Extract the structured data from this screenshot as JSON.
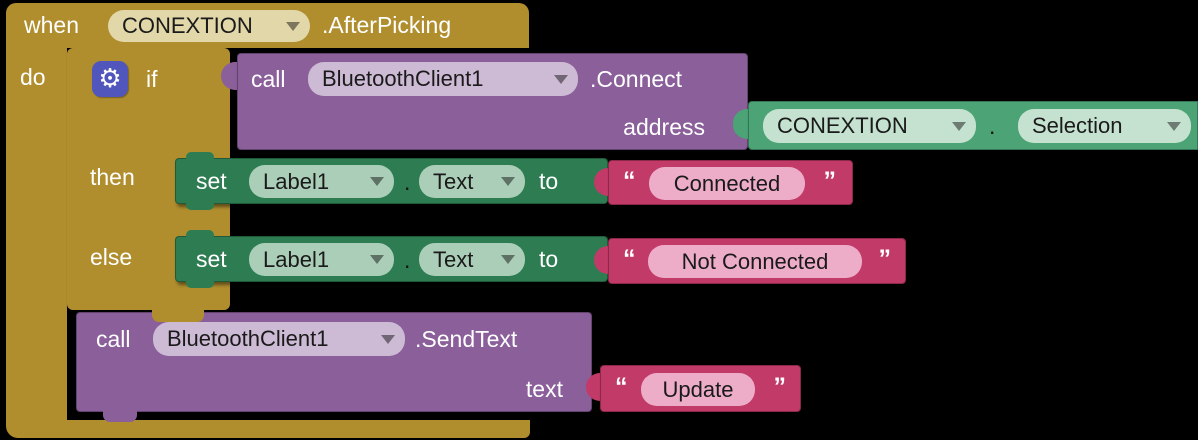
{
  "when": {
    "keyword": "when",
    "component": "CONEXTION",
    "event": ".AfterPicking",
    "do": "do"
  },
  "if_block": {
    "if": "if",
    "then": "then",
    "else": "else"
  },
  "connect": {
    "call": "call",
    "component": "BluetoothClient1",
    "method": ".Connect",
    "param": "address"
  },
  "selection": {
    "component": "CONEXTION",
    "dot": ".",
    "property": "Selection"
  },
  "set_then": {
    "set": "set",
    "component": "Label1",
    "dot": ".",
    "property": "Text",
    "to": "to"
  },
  "set_else": {
    "set": "set",
    "component": "Label1",
    "dot": ".",
    "property": "Text",
    "to": "to"
  },
  "str_connected": {
    "open": "“",
    "text": "Connected",
    "close": "”"
  },
  "str_not_connected": {
    "open": "“",
    "text": "Not Connected",
    "close": "”"
  },
  "sendtext": {
    "call": "call",
    "component": "BluetoothClient1",
    "method": ".SendText",
    "param": "text"
  },
  "str_update": {
    "open": "“",
    "text": "Update",
    "close": "”"
  },
  "colors": {
    "event_gold": "#b08e2e",
    "method_purple": "#8a5f9a",
    "setter_green": "#2e7d52",
    "getter_teal": "#4ba376",
    "string_pink": "#c23a68",
    "mutator_indigo": "#5156bd"
  }
}
